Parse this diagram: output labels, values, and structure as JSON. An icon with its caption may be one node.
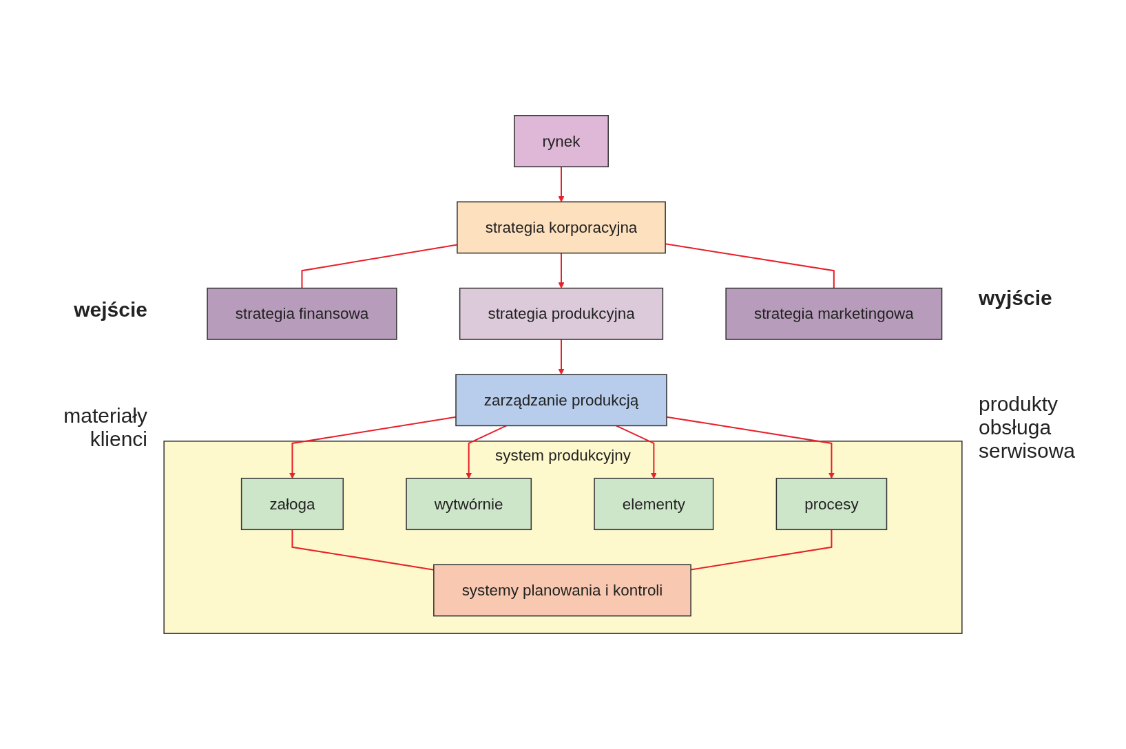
{
  "diagram": {
    "nodes": [
      {
        "text": [
          "rynek"
        ]
      },
      {
        "text": [
          "strategia korporacyjna"
        ]
      },
      {
        "text": [
          "strategia finansowa"
        ]
      },
      {
        "text": [
          "strategia produkcyjna"
        ]
      },
      {
        "text": [
          "strategia marketingowa"
        ]
      },
      {
        "text": [
          "zarządzanie produkcją"
        ]
      },
      {
        "text": [
          "system produkcyjny"
        ]
      },
      {
        "text": [
          "załoga"
        ],
        "in": 6
      },
      {
        "text": [
          "wytwórnie"
        ],
        "in": 6
      },
      {
        "text": [
          "elementy"
        ],
        "in": 6
      },
      {
        "text": [
          "procesy"
        ],
        "in": 6
      },
      {
        "text": [
          "systemy planowania i kontroli"
        ],
        "in": 6
      }
    ],
    "edges": [
      {
        "from": 0,
        "to": 1,
        "arrow": "to"
      },
      {
        "from": 1,
        "to": 2,
        "arrow": "none"
      },
      {
        "from": 1,
        "to": 3,
        "arrow": "to"
      },
      {
        "from": 1,
        "to": 4,
        "arrow": "none"
      },
      {
        "from": 3,
        "to": 5,
        "arrow": "to"
      },
      {
        "from": 5,
        "to": 7,
        "arrow": "to"
      },
      {
        "from": 5,
        "to": 8,
        "arrow": "to"
      },
      {
        "from": 5,
        "to": 9,
        "arrow": "to"
      },
      {
        "from": 5,
        "to": 10,
        "arrow": "to"
      },
      {
        "from": 7,
        "to": 11,
        "arrow": "none"
      },
      {
        "from": 10,
        "to": 11,
        "arrow": "none"
      }
    ],
    "labels": [
      "wejście",
      "materiały klienci",
      "wyjście",
      "produkty obsługa serwisowa"
    ]
  }
}
